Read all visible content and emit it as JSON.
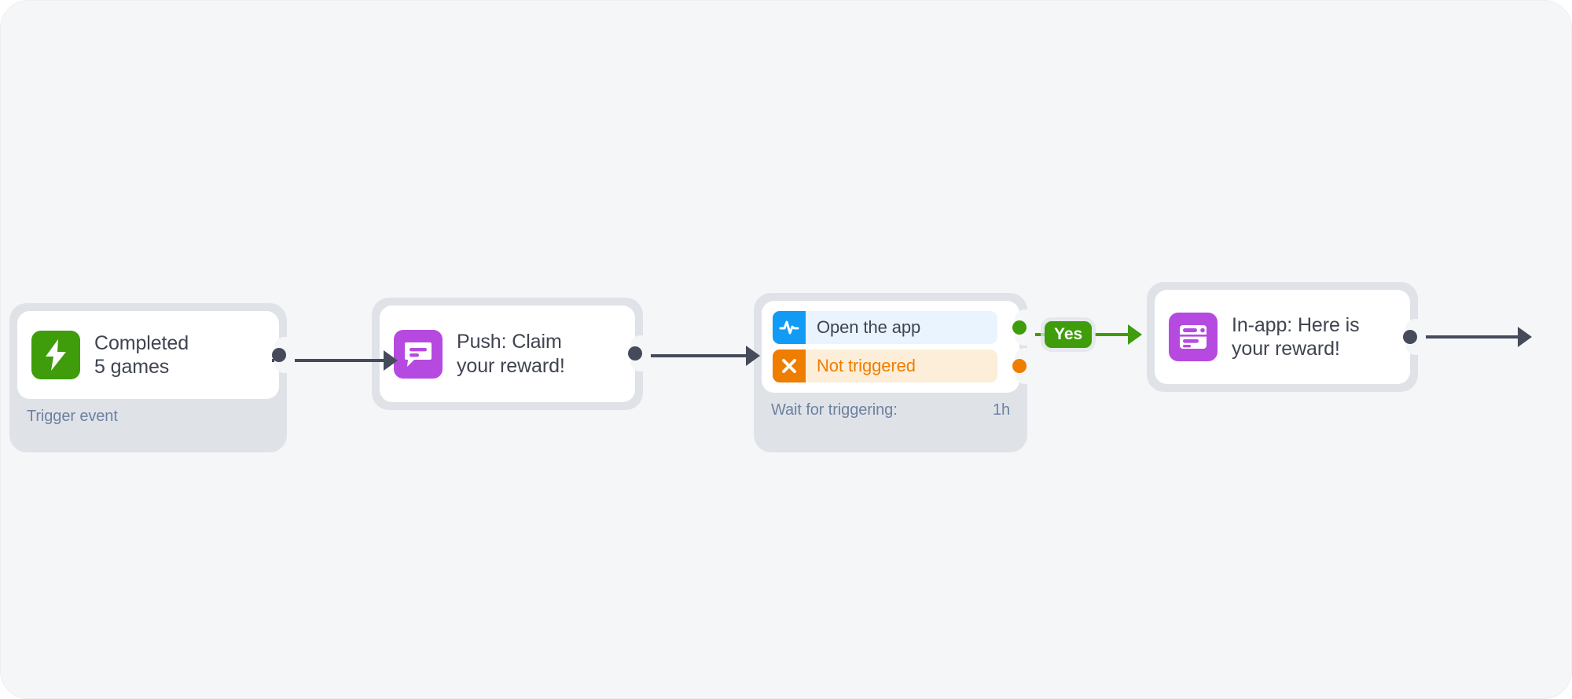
{
  "canvas": {
    "background_color": "#f5f6f7",
    "accent_colors": {
      "trigger_green": "#3f9c0a",
      "message_purple": "#b64ae0",
      "event_blue": "#129bf4",
      "negative_orange": "#ef7d00",
      "edge_dark": "#454b5a",
      "node_shell_gray": "#dfe3e8",
      "title_text": "#3f4450",
      "footer_text": "#6e81a0"
    }
  },
  "nodes": [
    {
      "id": "trigger",
      "icon": "lightning-bolt-icon",
      "icon_color": "#3f9c0a",
      "title": "Completed\n5 games",
      "footer_label": "Trigger event",
      "footer_value": "",
      "output_dot_color": "#454b5a"
    },
    {
      "id": "push",
      "icon": "chat-bubble-icon",
      "icon_color": "#b64ae0",
      "title": "Push: Claim\nyour reward!",
      "output_dot_color": "#454b5a"
    },
    {
      "id": "wait",
      "footer_label": "Wait for triggering:",
      "footer_value": "1h",
      "branches": [
        {
          "id": "open-the-app",
          "icon": "activity-pulse-icon",
          "label": "Open the app",
          "icon_color": "#129bf4",
          "row_color": "#eaf4fe",
          "dot_color": "#3f9c0a",
          "connected": true
        },
        {
          "id": "not-triggered",
          "icon": "close-x-icon",
          "label": "Not triggered",
          "icon_color": "#ef7d00",
          "row_color": "#fdeed9",
          "dot_color": "#ef7d00",
          "connected": false
        }
      ]
    },
    {
      "id": "in-app",
      "icon": "in-app-window-icon",
      "icon_color": "#b64ae0",
      "title": "In-app: Here is\nyour reward!",
      "output_dot_color": "#454b5a"
    }
  ],
  "edges": [
    {
      "id": "trigger-to-push",
      "label": "",
      "color": "#454b5a"
    },
    {
      "id": "push-to-wait",
      "label": "",
      "color": "#454b5a"
    },
    {
      "id": "wait-yes-to-in-app",
      "label": "Yes",
      "color": "#3f9c0a"
    },
    {
      "id": "in-app-to-next",
      "label": "",
      "color": "#454b5a"
    }
  ]
}
